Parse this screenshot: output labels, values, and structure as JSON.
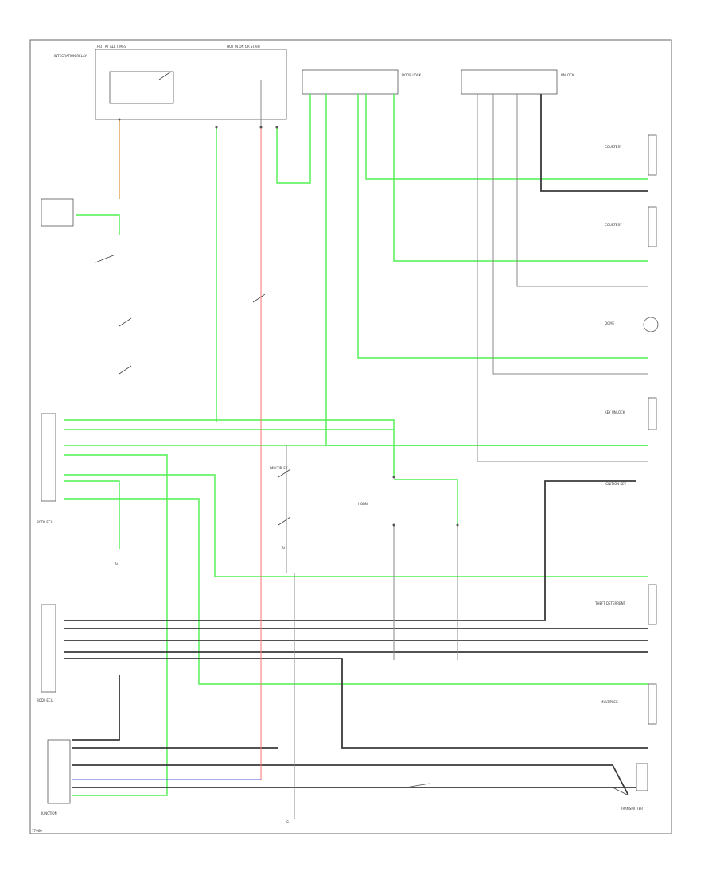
{
  "diagram": {
    "figure_id": "77966",
    "labels": {
      "top_left": "HOT AT ALL TIMES",
      "top_mid": "HOT IN ON OR START",
      "combo_sw_relay": "INTEGRATION RELAY",
      "ecu_a": "BODY ECU",
      "ecu_b": "BODY ECU",
      "door_lock_top": "DOOR LOCK",
      "door_unlock": "UNLOCK",
      "courtesy_lh": "COURTESY",
      "courtesy_rh": "COURTESY",
      "key_unlock": "KEY UNLOCK",
      "dome": "DOME",
      "ignition": "IGNITION KEY",
      "multiplex_a": "MULTIPLEX",
      "multiplex_b": "MULTIPLEX",
      "junction": "JUNCTION",
      "theft": "THEFT DETERRENT",
      "horn": "HORN",
      "ground_left": "G",
      "ground_mid": "G",
      "ground_bottom": "G",
      "transmitter": "TRANSMITTER"
    }
  }
}
